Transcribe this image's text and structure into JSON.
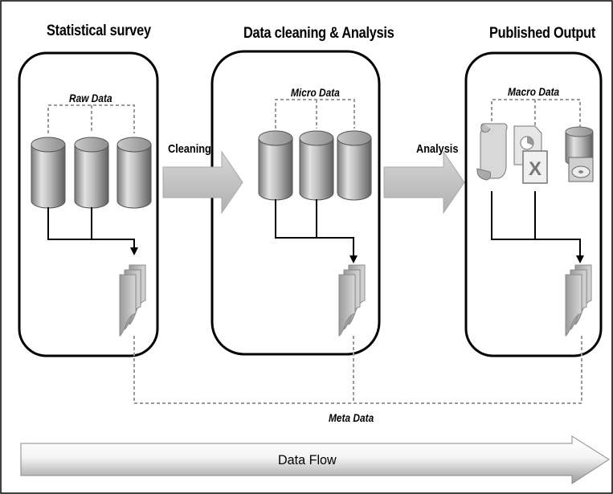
{
  "stages": [
    {
      "title": "Statistical survey",
      "data_label": "Raw Data"
    },
    {
      "title": "Data cleaning & Analysis",
      "data_label": "Micro Data"
    },
    {
      "title": "Published Output",
      "data_label": "Macro Data"
    }
  ],
  "arrows": {
    "cleaning": "Cleaning",
    "analysis": "Analysis"
  },
  "meta_label": "Meta Data",
  "flow_label": "Data Flow",
  "colors": {
    "stage_border": "#000000",
    "cylinder_mid": "#b5b5b5",
    "dotted": "#9a9a9a",
    "arrow_fill": "#c8c8c8"
  }
}
